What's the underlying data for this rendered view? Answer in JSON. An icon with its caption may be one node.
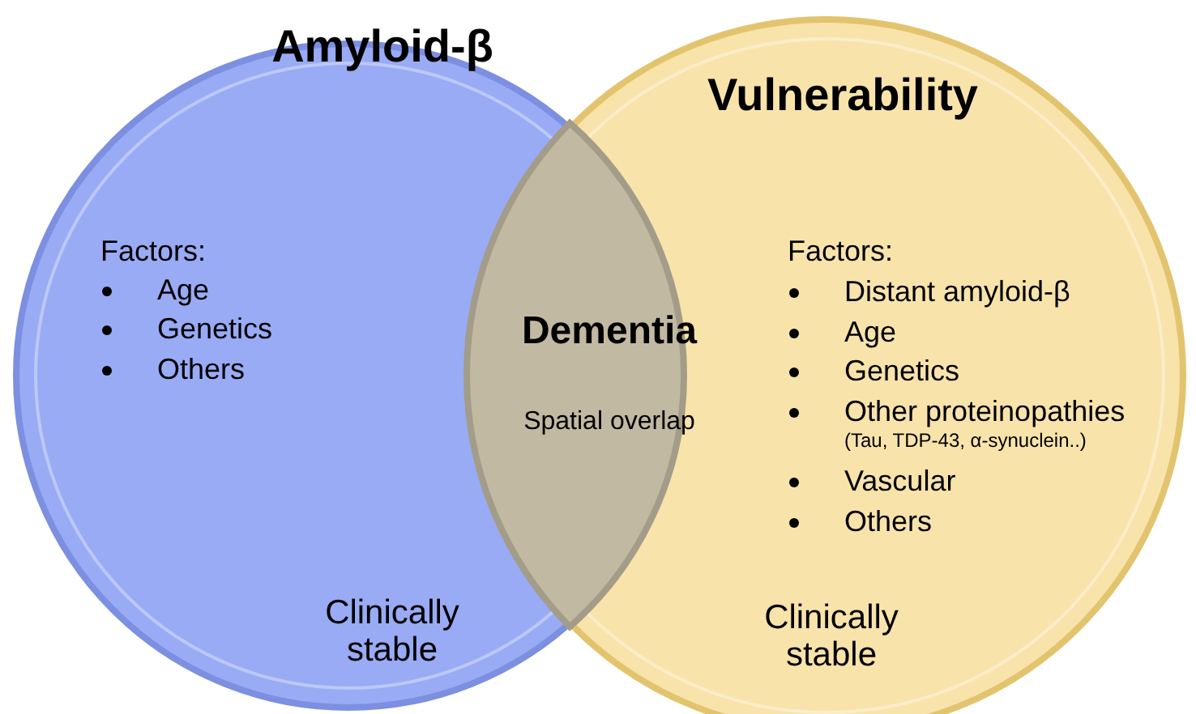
{
  "diagram": {
    "nodes": [
      {
        "text": [
          "Amyloid-β",
          "Factors:",
          "Age",
          "Genetics",
          "Others",
          "Clinically stable"
        ]
      },
      {
        "text": [
          "Vulnerability",
          "Factors:",
          "Distant amyloid-β",
          "Age",
          "Genetics",
          "Other proteinopathies",
          "(Tau, TDP-43, α-synuclein..)",
          "Vascular",
          "Others",
          "Clinically stable"
        ]
      },
      {
        "text": [
          "Dementia",
          "Spatial overlap"
        ]
      }
    ]
  }
}
